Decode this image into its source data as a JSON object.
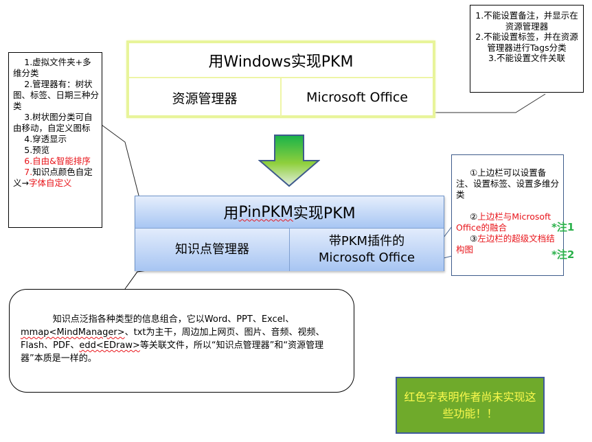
{
  "windows_table": {
    "title": "用Windows实现PKM",
    "cells": [
      "资源管理器",
      "Microsoft Office"
    ]
  },
  "windows_limitations": {
    "items": [
      "1.不能设置备注，并显示在资源管理器",
      "2.不能设置标签，并在资源管理器进行Tags分类",
      "3.不能设置文件关联"
    ]
  },
  "left_features": {
    "items": [
      {
        "text": "1.虚拟文件夹+多维分类",
        "color": "black"
      },
      {
        "text": "2.管理器有：树状图、标签、日期三种分类",
        "color": "black"
      },
      {
        "text": "3.树状图分类可自由移动，自定义图标",
        "color": "black"
      },
      {
        "text": "4.穿透显示",
        "color": "black"
      },
      {
        "text": "5.预览",
        "color": "black"
      },
      {
        "text": "6.自由&智能排序",
        "color": "red"
      }
    ],
    "item7_prefix": "7.",
    "item7_black": "知识点颜色自定义",
    "item7_arrow": "→",
    "item7_red": "字体自定义"
  },
  "pinpkm_table": {
    "title_prefix": "用",
    "title_underlined": "PinPKM",
    "title_suffix": "实现PKM",
    "cells": [
      "知识点管理器"
    ],
    "cell2_line1": "带PKM插件的",
    "cell2_line2": "Microsoft Office"
  },
  "pinpkm_notes": {
    "note1": "①上边栏可以设置备注、设置标签、设置多维分类",
    "note2_marker": "②",
    "note2_text": "上边栏与Microsoft Office的融合",
    "note3_marker": "③",
    "note3_text": "左边栏的超级文档结构图",
    "tag1": "*注1",
    "tag2": "*注2"
  },
  "description": {
    "part1": "知识点泛指各种类型的信息组合，它以Word、PPT、Excel、",
    "mmap": "mmap<MindManager>",
    "part2": "、txt为主干，周边加上网页、图片、音频、视频、Flash、PDF、",
    "edd": "edd<EDraw>",
    "part3": "等关联文件，所以“知识点管理器”和“资源管理器”本质是一样的。"
  },
  "legend": {
    "text": "红色字表明作者尚未实现这些功能！！"
  },
  "colors": {
    "red_text": "#e8141a",
    "note_tag_green": "#2ab04a",
    "legend_bg": "#6faa2b",
    "legend_text": "#fbfa4e",
    "windows_border": "#e8f49a",
    "pinpkm_fill": "#a8c6f3"
  }
}
